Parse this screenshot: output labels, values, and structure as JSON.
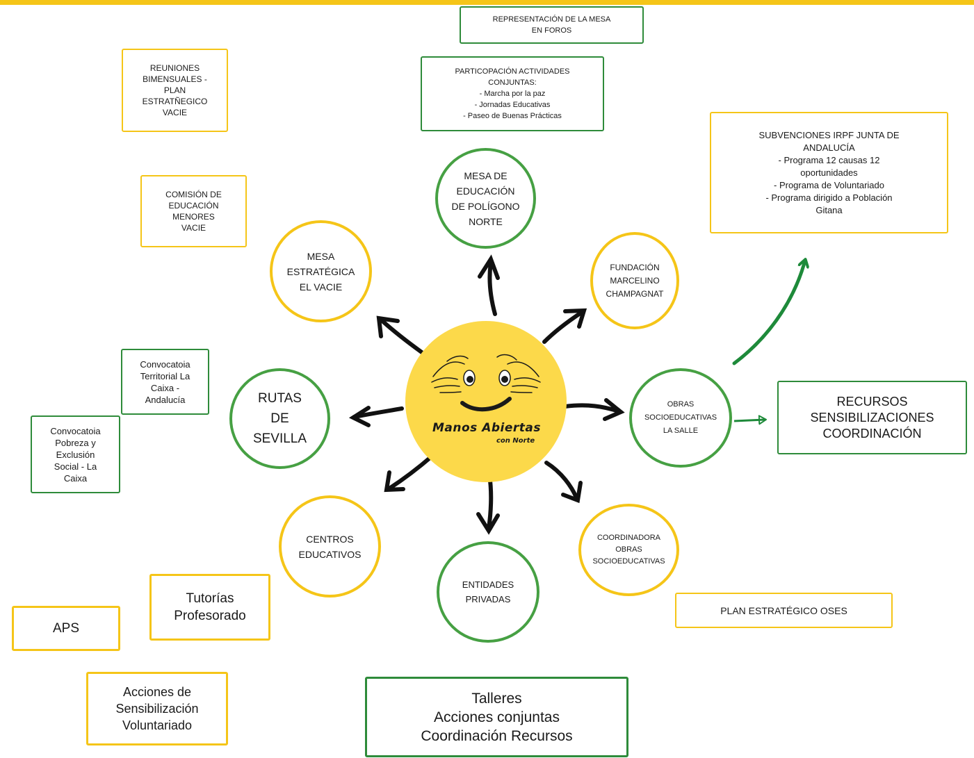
{
  "colors": {
    "accent_yellow": "#f5c518",
    "accent_green": "#2e8b3a",
    "sun": "#fcd94a",
    "arrow_green": "#1e8a3a"
  },
  "center": {
    "logo_line1": "Manos Abiertas",
    "logo_line2": "con Norte"
  },
  "circles": {
    "mesa_educacion": "MESA DE\nEDUCACIÓN\nDE POLÍGONO\nNORTE",
    "mesa_estrategica": "MESA\nESTRATÉGICA\nEL VACIE",
    "fundacion": "FUNDACIÓN\nMARCELINO\nCHAMPAGNAT",
    "rutas": "RUTAS\nDE\nSEVILLA",
    "obras_lasalle": "OBRAS\nSOCIOEDUCATIVAS\nLA SALLE",
    "centros": "CENTROS\nEDUCATIVOS",
    "entidades": "ENTIDADES\nPRIVADAS",
    "coordinadora": "COORDINADORA\nOBRAS\nSOCIOEDUCATIVAS"
  },
  "boxes": {
    "representacion": "REPRESENTACIÓN DE LA MESA\nEN FOROS",
    "participacion": "PARTICOPACIÓN ACTIVIDADES\nCONJUNTAS:\n- Marcha por la paz\n- Jornadas Educativas\n- Paseo de Buenas Prácticas",
    "reuniones": "REUNIONES\nBIMENSUALES -\nPLAN\nESTRATÑEGICO\nVACIE",
    "comision": "COMISIÓN DE\nEDUCACIÓN\nMENORES\nVACIE",
    "subvenciones": "SUBVENCIONES IRPF JUNTA DE\nANDALUCÍA\n- Programa 12 causas 12\noportunidades\n- Programa de Voluntariado\n- Programa dirigido a Población\nGitana",
    "convocatoria_territorial": "Convocatoia\nTerritorial La\nCaixa -\nAndalucía",
    "convocatoria_pobreza": "Convocatoia\nPobreza y\nExclusión\nSocial - La\nCaixa",
    "recursos": "RECURSOS\nSENSIBILIZACIONES\nCOORDINACIÓN",
    "plan_oses": "PLAN ESTRATÉGICO OSES",
    "tutorias": "Tutorías\nProfesorado",
    "aps": "APS",
    "acciones": "Acciones de\nSensibilización\nVoluntariado",
    "talleres": "Talleres\nAcciones conjuntas\nCoordinación Recursos"
  }
}
